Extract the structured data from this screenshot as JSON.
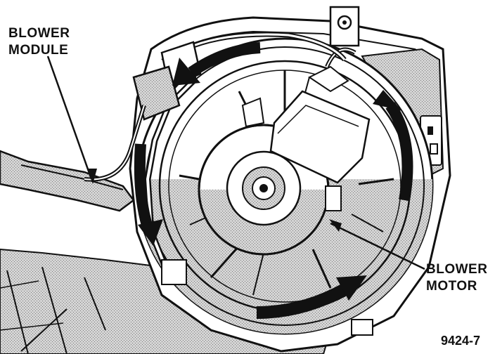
{
  "labels": {
    "blower_module": [
      "BLOWER",
      "MODULE"
    ],
    "blower_motor": [
      "BLOWER",
      "MOTOR"
    ]
  },
  "figure_number": "9424-7",
  "colors": {
    "ink": "#111111",
    "shading": "#b9b9b9",
    "paper": "#ffffff"
  }
}
